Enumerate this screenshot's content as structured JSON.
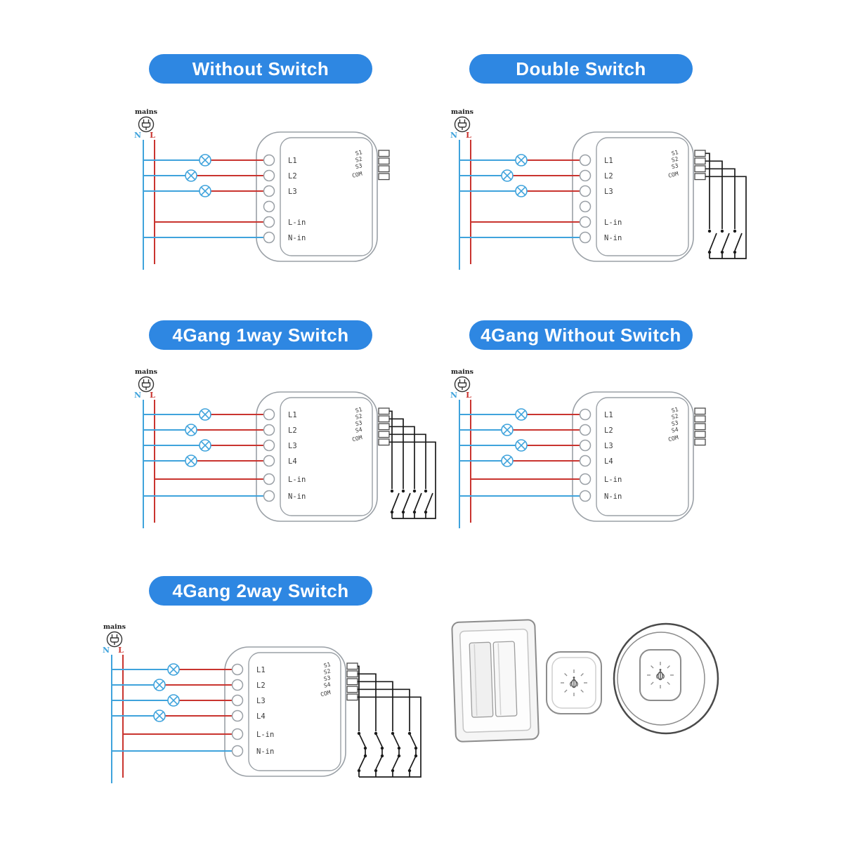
{
  "colors": {
    "title_bg": "#2e87e2",
    "title_text": "#ffffff",
    "wire_live": "#c9342f",
    "wire_neutral": "#3fa3dc",
    "wire_switch": "#1b1b1b",
    "module_stroke": "#9aa0a6",
    "label_text": "#3a3a3a"
  },
  "panels": [
    {
      "id": "without-switch",
      "title": "Without Switch",
      "mains": "mains",
      "neutral": "N",
      "live": "L",
      "gangs": 3,
      "terminals": [
        "L1",
        "L2",
        "L3",
        "",
        "L-in",
        "N-in"
      ],
      "signal_labels": [
        "S1",
        "S2",
        "S3",
        "COM"
      ],
      "switch_style": "none",
      "switch_count": 0
    },
    {
      "id": "double-switch",
      "title": "Double Switch",
      "mains": "mains",
      "neutral": "N",
      "live": "L",
      "gangs": 3,
      "terminals": [
        "L1",
        "L2",
        "L3",
        "",
        "L-in",
        "N-in"
      ],
      "signal_labels": [
        "S1",
        "S2",
        "S3",
        "COM"
      ],
      "switch_style": "1way",
      "switch_count": 3
    },
    {
      "id": "4gang-1way-switch",
      "title": "4Gang 1way Switch",
      "mains": "mains",
      "neutral": "N",
      "live": "L",
      "gangs": 4,
      "terminals": [
        "L1",
        "L2",
        "L3",
        "L4",
        "L-in",
        "N-in"
      ],
      "signal_labels": [
        "S1",
        "S2",
        "S3",
        "S4",
        "COM"
      ],
      "switch_style": "1way",
      "switch_count": 4
    },
    {
      "id": "4gang-without-switch",
      "title": "4Gang Without Switch",
      "mains": "mains",
      "neutral": "N",
      "live": "L",
      "gangs": 4,
      "terminals": [
        "L1",
        "L2",
        "L3",
        "L4",
        "L-in",
        "N-in"
      ],
      "signal_labels": [
        "S1",
        "S2",
        "S3",
        "S4",
        "COM"
      ],
      "switch_style": "none",
      "switch_count": 0
    },
    {
      "id": "4gang-2way-switch",
      "title": "4Gang 2way Switch",
      "mains": "mains",
      "neutral": "N",
      "live": "L",
      "gangs": 4,
      "terminals": [
        "L1",
        "L2",
        "L3",
        "L4",
        "L-in",
        "N-in"
      ],
      "signal_labels": [
        "S1",
        "S2",
        "S3",
        "S4",
        "COM"
      ],
      "switch_style": "2way",
      "switch_count": 4
    }
  ]
}
